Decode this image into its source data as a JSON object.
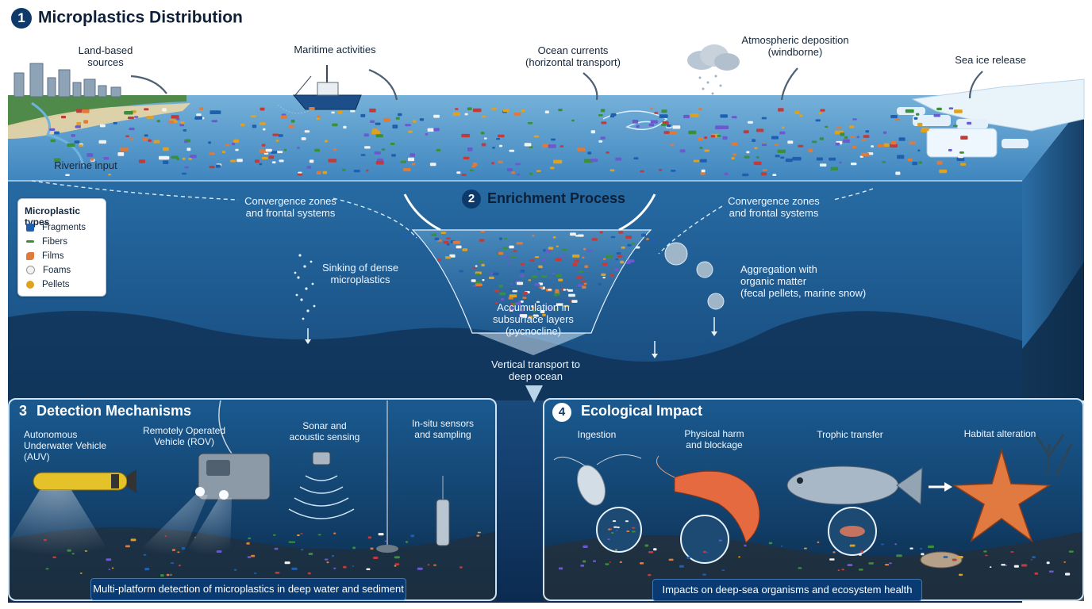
{
  "title": {
    "number": "1",
    "text": "Microplastics Distribution"
  },
  "sources": {
    "land": "Land-based sources",
    "maritime": "Maritime activities",
    "currents_line1": "Ocean currents",
    "currents_line2": "(horizontal transport)",
    "atmospheric_line1": "Atmospheric deposition",
    "atmospheric_line2": "(windborne)",
    "seaice": "Sea ice release",
    "riverine": "Riverine input"
  },
  "legend": {
    "title": "Microplastic types",
    "items": [
      {
        "label": "Fragments",
        "color": "#1f5fb0"
      },
      {
        "label": "Fibers",
        "color": "#3a8f3a"
      },
      {
        "label": "Films",
        "color": "#e07a3a"
      },
      {
        "label": "Foams",
        "color": "#f2f2f2"
      },
      {
        "label": "Pellets",
        "color": "#e0a020"
      }
    ]
  },
  "enrichment": {
    "number": "2",
    "title": "Enrichment Process",
    "convergence_left_line1": "Convergence zones",
    "convergence_left_line2": "and frontal systems",
    "convergence_right_line1": "Convergence zones",
    "convergence_right_line2": "and frontal systems",
    "sinking_line1": "Sinking of dense",
    "sinking_line2": "microplastics",
    "aggregation_line1": "Aggregation with",
    "aggregation_line2": "organic matter",
    "aggregation_line3": "(fecal pellets, marine snow)",
    "accumulation_line1": "Accumulation in",
    "accumulation_line2": "subsurface layers",
    "accumulation_line3": "(pycnocline)",
    "vertical_line1": "Vertical transport to",
    "vertical_line2": "deep ocean"
  },
  "detection": {
    "number": "3",
    "title": "Detection Mechanisms",
    "auv_line1": "Autonomous",
    "auv_line2": "Underwater Vehicle",
    "auv_line3": "(AUV)",
    "rov_line1": "Remotely Operated",
    "rov_line2": "Vehicle (ROV)",
    "sonar_line1": "Sonar and",
    "sonar_line2": "acoustic sensing",
    "insitu_line1": "In-situ sensors",
    "insitu_line2": "and sampling",
    "caption": "Multi-platform detection of microplastics in deep water and sediment"
  },
  "impact": {
    "number": "4",
    "title": "Ecological Impact",
    "ingestion": "Ingestion",
    "physical_line1": "Physical harm",
    "physical_line2": "and blockage",
    "trophic": "Trophic transfer",
    "habitat": "Habitat alteration",
    "caption": "Impacts on deep-sea organisms and ecosystem health"
  },
  "colors": {
    "deep_water": "#0b2a4f",
    "mid_water": "#1f5d93",
    "surface_water": "#4f97c9",
    "badge": "#0e3a6b",
    "caption_bg": "#0a3a72"
  }
}
